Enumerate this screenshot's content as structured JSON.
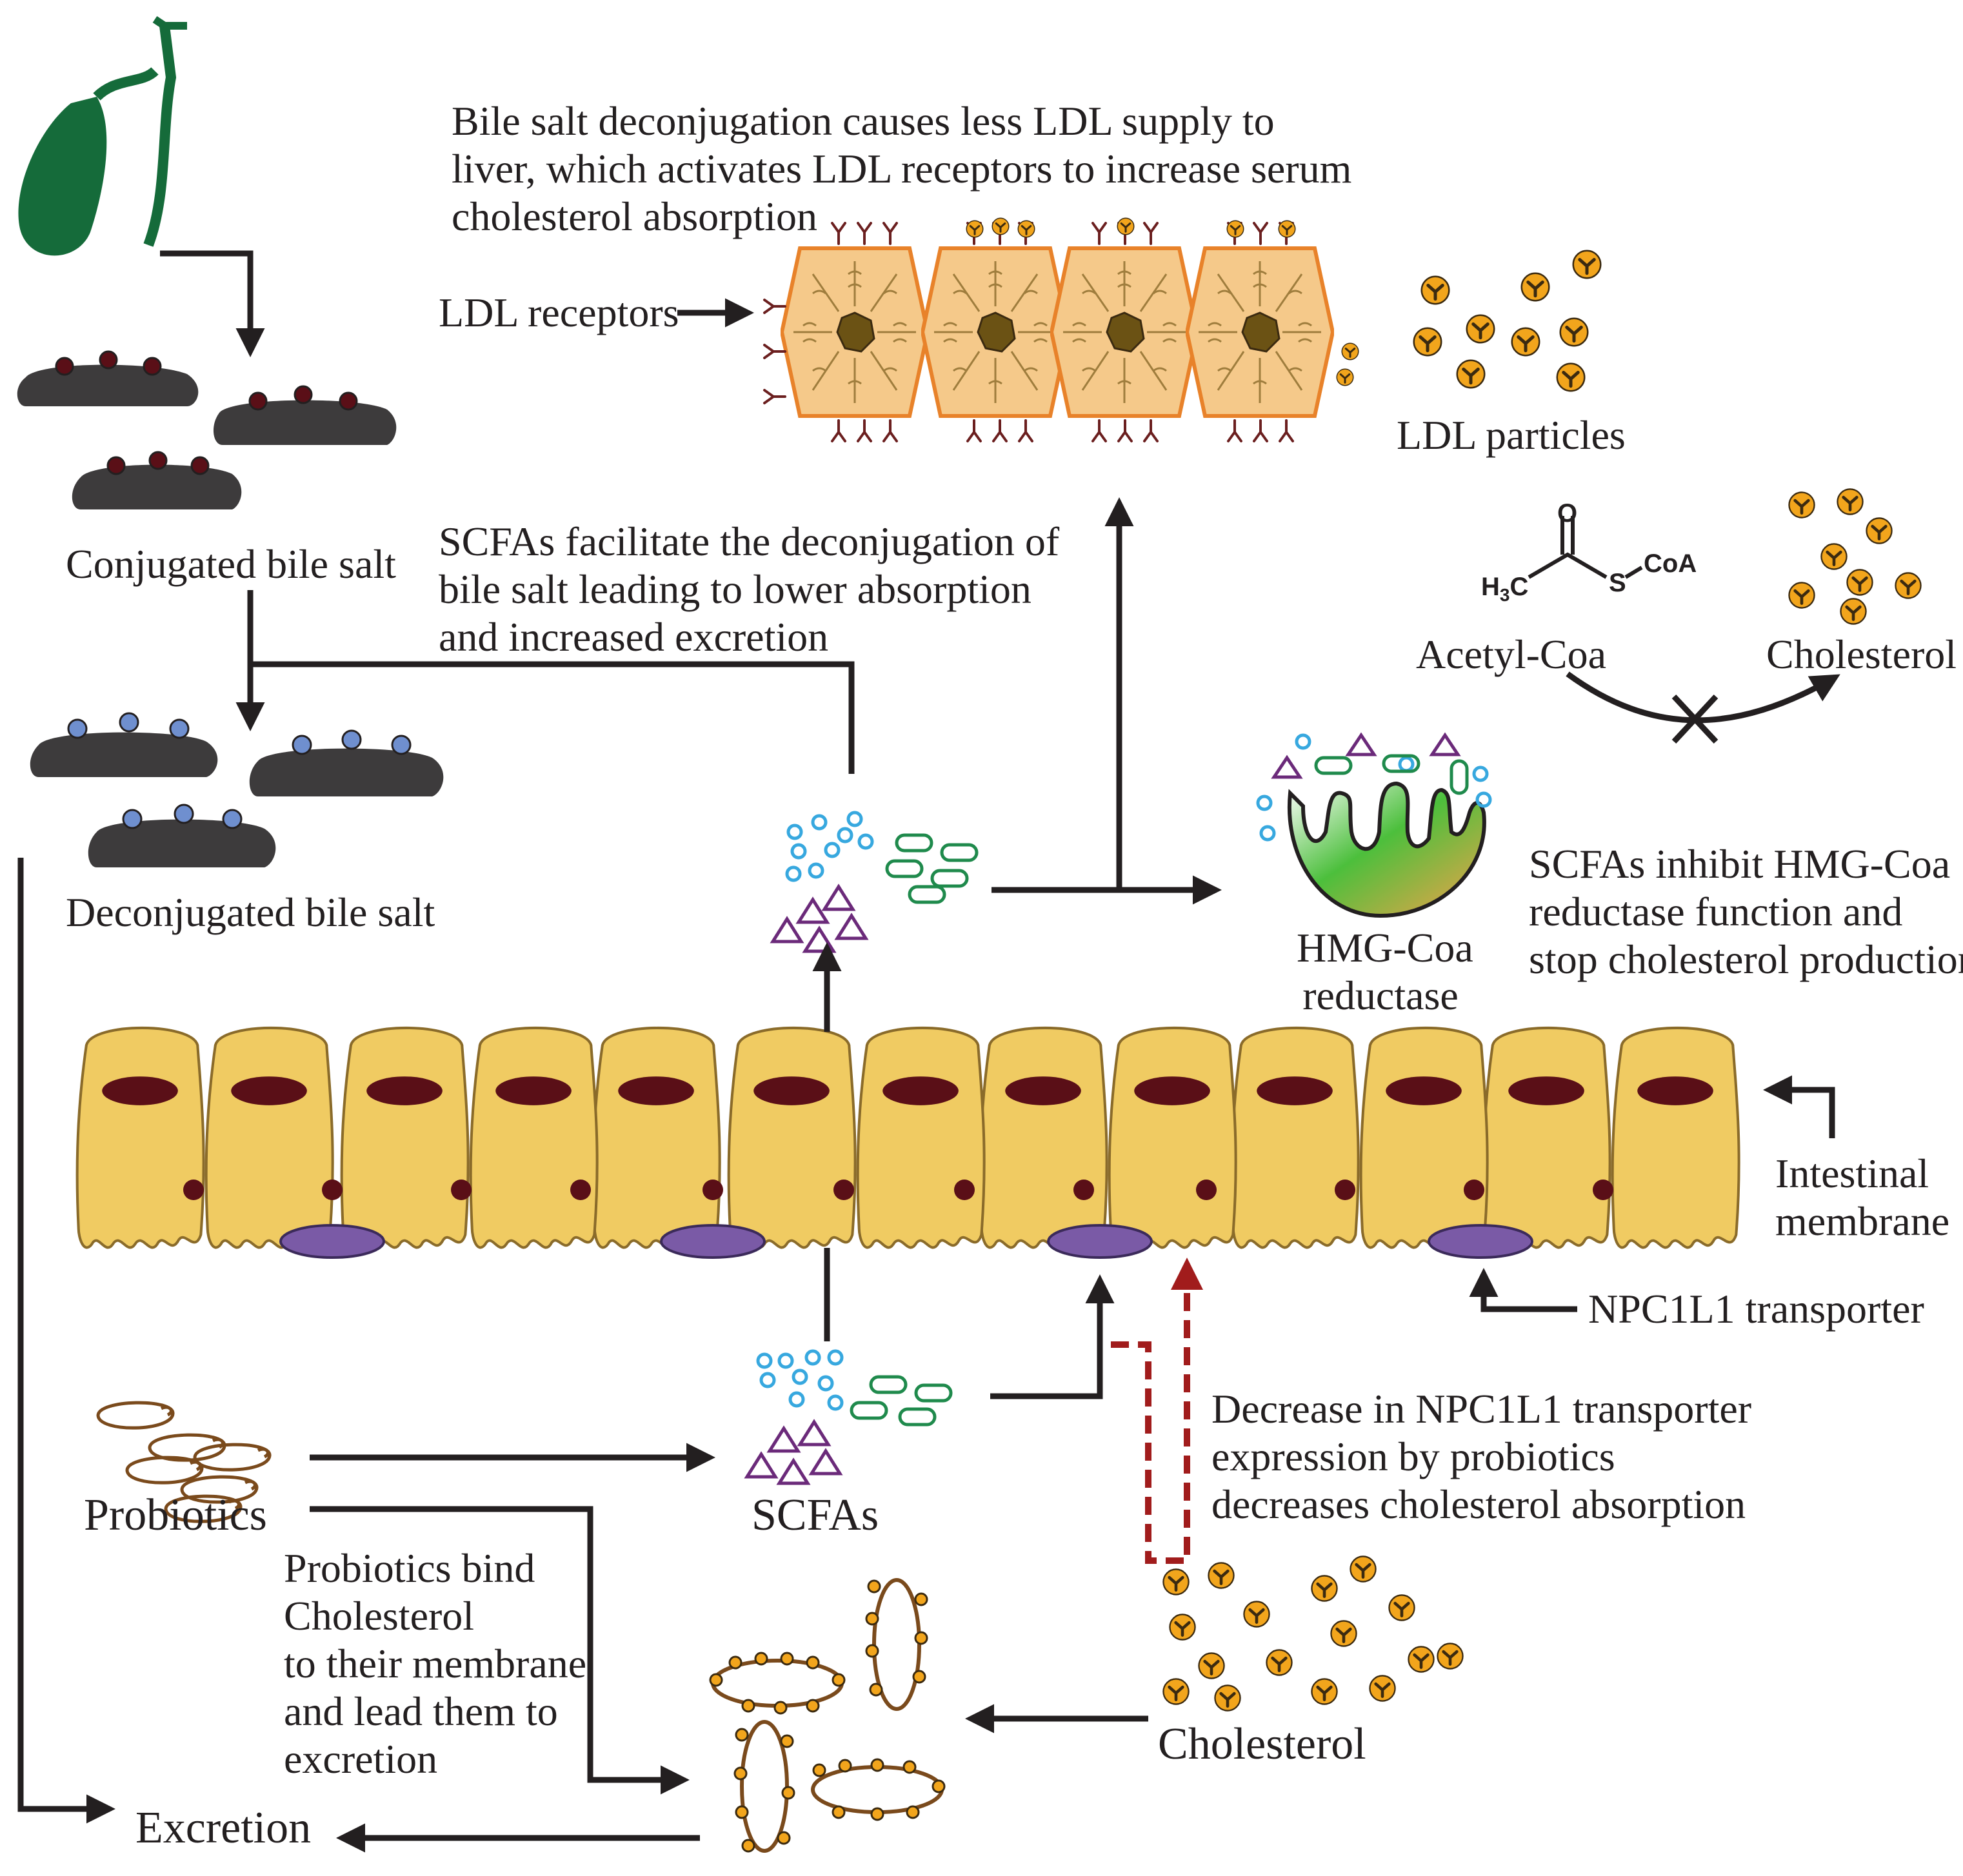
{
  "labels": {
    "conjugated_bile_salt": "Conjugated bile salt",
    "deconjugated_bile_salt": "Deconjugated bile salt",
    "ldl_caption": [
      "Bile salt deconjugation causes less LDL supply to",
      "liver, which activates LDL receptors to increase serum",
      "cholesterol absorption"
    ],
    "ldl_receptors": "LDL receptors",
    "ldl_particles": "LDL particles",
    "scfa_deconj_caption": [
      "SCFAs facilitate the deconjugation of",
      "bile salt leading to lower absorption",
      "and increased excretion"
    ],
    "acetyl_coa": "Acetyl-Coa",
    "cholesterol_top": "Cholesterol",
    "h3c": "H",
    "h3c_sub": "3",
    "h3c_c": "C",
    "s_atom": "S",
    "coa": "CoA",
    "o_atom": "O",
    "hmg_line1": "HMG-Coa",
    "hmg_line2": "reductase",
    "hmg_caption": [
      "SCFAs inhibit HMG-Coa",
      "reductase function and",
      "stop cholesterol production"
    ],
    "intestinal_membrane": [
      "Intestinal",
      "membrane"
    ],
    "npc1l1_transporter": "NPC1L1 transporter",
    "npc1l1_caption": [
      "Decrease in NPC1L1 transporter",
      "expression by probiotics",
      "decreases cholesterol absorption"
    ],
    "probiotics": "Probiotics",
    "scfas": "SCFAs",
    "probiotics_bind_caption": [
      "Probiotics bind",
      "Cholesterol",
      "to their membrane",
      "and lead them to",
      "excretion"
    ],
    "cholesterol_bottom": "Cholesterol",
    "excretion": "Excretion"
  },
  "colors": {
    "gallbladder": "#156b3a",
    "bile_salt_body": "#3d3b3c",
    "conjugated_dot": "#5a0f17",
    "deconjugated_dot": "#6f8fcf",
    "cell_fill": "#f0cb62",
    "cell_stroke": "#8a6b2a",
    "nucleus": "#5a0f17",
    "transporter": "#7a5aa6",
    "scfa_circle": "#37a8df",
    "scfa_triangle": "#6b2a7a",
    "scfa_pill": "#1f8a4c",
    "hepatocyte_fill": "#f5c98a",
    "hepatocyte_stroke": "#e8822a",
    "ldl_particle": "#f2a51c",
    "red_dashed": "#a11c1c",
    "probiotic_stroke": "#7a4a1c"
  }
}
